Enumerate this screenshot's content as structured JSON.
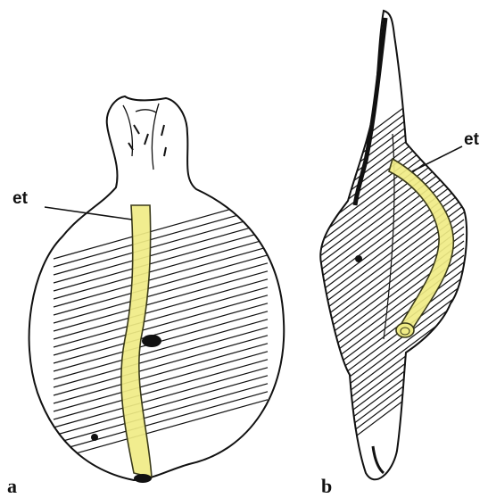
{
  "figure": {
    "panels": [
      {
        "id": "a",
        "label": "a",
        "annotation": "et"
      },
      {
        "id": "b",
        "label": "b",
        "annotation": "et"
      }
    ]
  },
  "colors": {
    "ink": "#111111",
    "tube_fill": "#f0ec86",
    "tube_stroke": "#3a3a1a",
    "paper": "#ffffff"
  }
}
